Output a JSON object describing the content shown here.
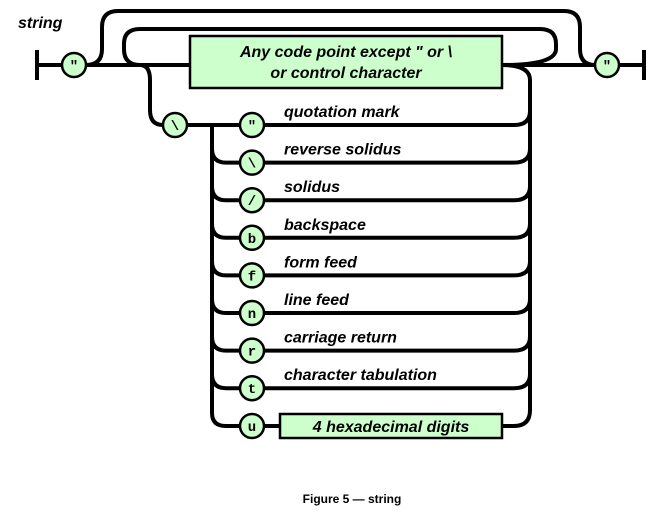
{
  "diagram": {
    "name": "string",
    "caption": "Figure 5 — string",
    "open_quote": "\"",
    "close_quote": "\"",
    "backslash": "\\",
    "main_box": {
      "line1": "Any code point except  \"  or \\",
      "line2": "or control character"
    },
    "escapes": [
      {
        "token": "\"",
        "label": "quotation mark"
      },
      {
        "token": "\\",
        "label": "reverse solidus"
      },
      {
        "token": "/",
        "label": "solidus"
      },
      {
        "token": "b",
        "label": "backspace"
      },
      {
        "token": "f",
        "label": "form feed"
      },
      {
        "token": "n",
        "label": "line feed"
      },
      {
        "token": "r",
        "label": "carriage return"
      },
      {
        "token": "t",
        "label": "character tabulation"
      },
      {
        "token": "u",
        "label": ""
      }
    ],
    "hex_box": "4 hexadecimal digits",
    "colors": {
      "terminal_fill": "#ccffcc",
      "nonterminal_fill": "#ccffcc",
      "line": "#000000"
    }
  }
}
